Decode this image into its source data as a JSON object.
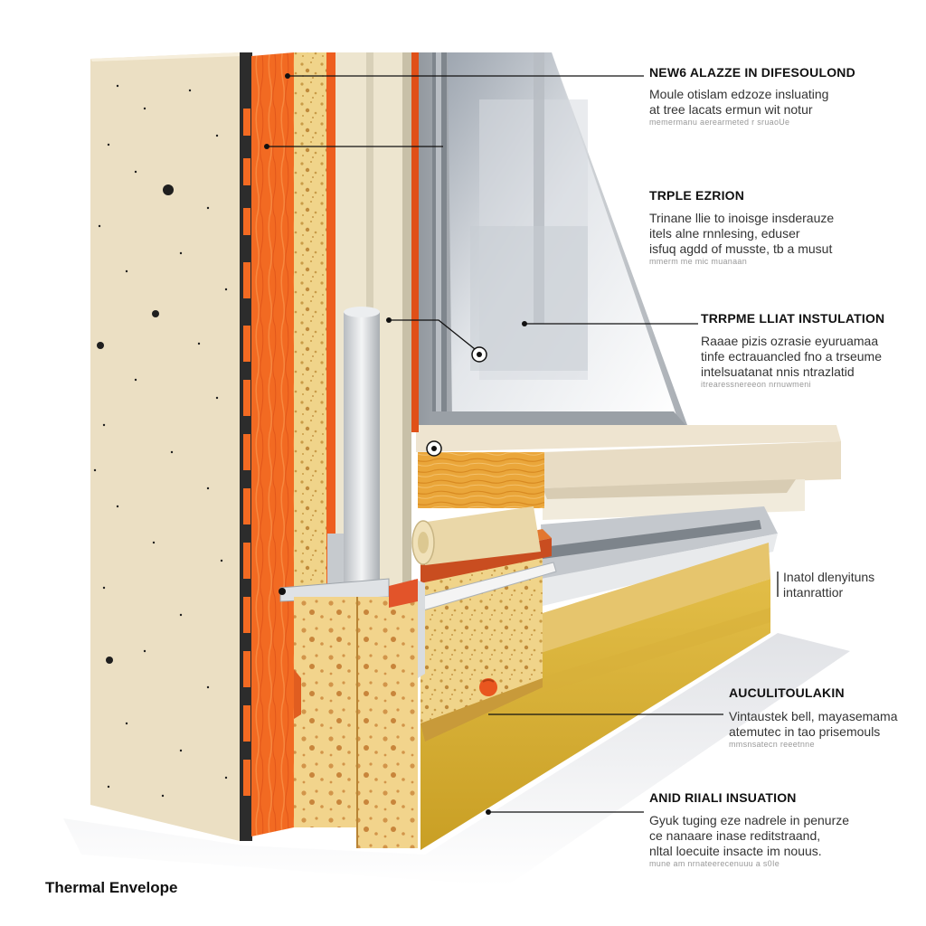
{
  "caption": "Thermal Envelope",
  "callouts": [
    {
      "title": "NEW6 ALAZZE IN DIFESOULOND",
      "lines": [
        "Moule otislam edzoze insluating",
        "at tree lacats ermun wit notur"
      ],
      "note": "memermanu aerearmeted r sruaoUe"
    },
    {
      "title": "TRPLE EZRION",
      "lines": [
        "Trinane llie to inoisge insderauze",
        "itels alne rnnlesing, eduser",
        "isfuq agdd of musste, tb a musut"
      ],
      "note": "mmerm me mic muanaan"
    },
    {
      "title": "TRRPME LLIAT INSTULATION",
      "lines": [
        "Raaae pizis ozrasie eyuruamaa",
        "tinfe ectrauancled fno a trseume",
        "intelsuatanat nnis ntrazlatid"
      ],
      "note": "itrearessnereeon nrnuwmeni"
    },
    {
      "title": "",
      "lines": [
        "Inatol dlenyituns",
        "intanrattior"
      ],
      "note": ""
    },
    {
      "title": "AUCULITOULAKIN",
      "lines": [
        "Vintaustek bell, mayasemama",
        "atemutec in tao prisemouls"
      ],
      "note": "mmsnsatecn reeetnne"
    },
    {
      "title": "ANID RIIALI INSUATION",
      "lines": [
        "Gyuk tuging eze nadrele in penurze",
        "ce nanaare inase reditstraand,",
        "nltal loecuite insacte im nouus."
      ],
      "note": "mune am nrnateerecenuuu a s0Ie"
    }
  ],
  "colors": {
    "plaster": "#ece0c6",
    "orange": "#f26a22",
    "insulation": "#f0d48a",
    "mineral_wool": "#d7b23c",
    "wood": "#e9a83a",
    "glass": "#c9ced5",
    "aluminum": "#d9dce0"
  }
}
